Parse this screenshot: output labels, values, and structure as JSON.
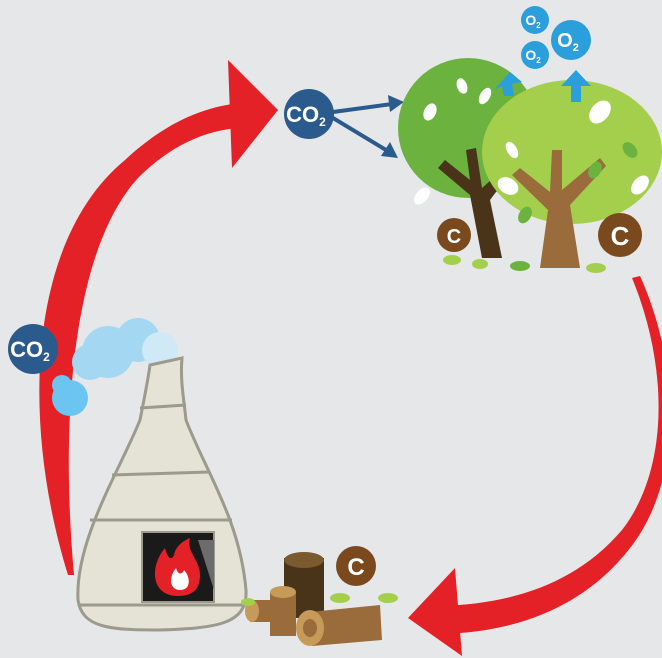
{
  "labels": {
    "co2_top": "CO",
    "co2_top_sub": "2",
    "co2_left": "CO",
    "co2_left_sub": "2",
    "o2_large": "O",
    "o2_large_sub": "2",
    "o2_small_a": "O",
    "o2_small_a_sub": "2",
    "o2_small_b": "O",
    "o2_small_b_sub": "2",
    "carbon_tree_left": "C",
    "carbon_tree_right": "C",
    "carbon_logs": "C"
  },
  "colors": {
    "background": "#e6e7e8",
    "cycle_arrow": "#e42126",
    "co2_badge": "#2b5a8c",
    "o2_badge": "#2a9fdb",
    "carbon_badge": "#7a4a1e",
    "tree_dark": "#6bb33e",
    "tree_light": "#a4cf4d",
    "trunk_dark": "#4a3419",
    "trunk_light": "#9a6b3b",
    "stove_body": "#e5e3d5",
    "flame": "#e42126",
    "smoke": "#6cc4f0"
  },
  "icons": [
    "cycle-arrow-up-icon",
    "cycle-arrow-down-icon",
    "tree-icon",
    "chimney-stove-icon",
    "flame-icon",
    "smoke-cloud-icon",
    "firewood-logs-icon",
    "leaf-icon"
  ]
}
